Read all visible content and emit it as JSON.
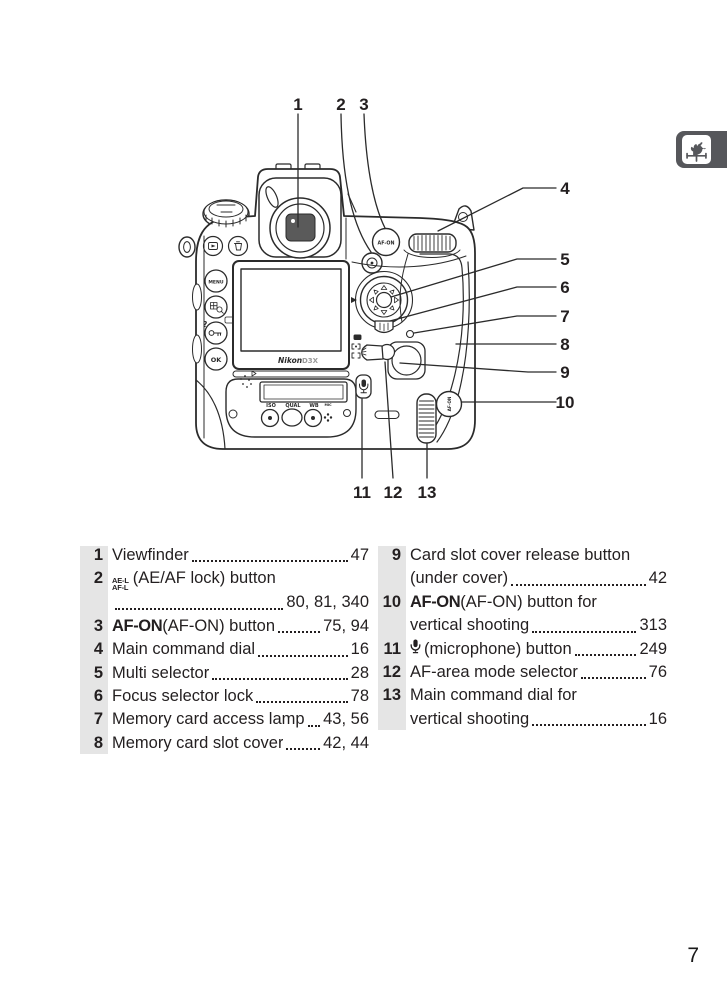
{
  "page": {
    "number": "7"
  },
  "chapter_tab": {
    "icon": "weathervane-rooster-icon",
    "bg": "#56575b"
  },
  "figure": {
    "callout_labels": [
      "1",
      "2",
      "3",
      "4",
      "5",
      "6",
      "7",
      "8",
      "9",
      "10",
      "11",
      "12",
      "13"
    ],
    "camera_labels": {
      "menu": "MENU",
      "ok": "OK",
      "af_on": "AF-ON",
      "af_on_vertical": "AF-ON",
      "iso": "ISO",
      "qual": "QUAL",
      "wb": "WB",
      "mic": "MIC",
      "brand": "Nikon",
      "model": "D3X"
    }
  },
  "icon_text": {
    "ae_af_lock_top": "AE-L",
    "ae_af_lock_bottom": "AF-L"
  },
  "legend": {
    "left": [
      {
        "num": "1",
        "lines": [
          {
            "text": "Viewfinder",
            "pages": "47"
          }
        ]
      },
      {
        "num": "2",
        "lines": [
          {
            "icon": "ae-af-lock-icon",
            "text": "(AE/AF lock) button"
          },
          {
            "text": "",
            "pages": "80, 81, 340"
          }
        ]
      },
      {
        "num": "3",
        "lines": [
          {
            "bold": "AF-ON",
            "text": " (AF-ON) button",
            "pages": "75, 94"
          }
        ]
      },
      {
        "num": "4",
        "lines": [
          {
            "text": "Main command dial",
            "pages": "16"
          }
        ]
      },
      {
        "num": "5",
        "lines": [
          {
            "text": "Multi selector",
            "pages": "28"
          }
        ]
      },
      {
        "num": "6",
        "lines": [
          {
            "text": "Focus selector lock",
            "pages": "78"
          }
        ]
      },
      {
        "num": "7",
        "lines": [
          {
            "text": "Memory card access lamp",
            "pages": "43, 56"
          }
        ]
      },
      {
        "num": "8",
        "lines": [
          {
            "text": "Memory card slot cover",
            "pages": "42, 44"
          }
        ]
      }
    ],
    "right": [
      {
        "num": "9",
        "lines": [
          {
            "text": "Card slot cover release button"
          },
          {
            "text": "(under cover)",
            "pages": "42"
          }
        ]
      },
      {
        "num": "10",
        "lines": [
          {
            "bold": "AF-ON",
            "text": " (AF-ON) button for"
          },
          {
            "text": "vertical shooting",
            "pages": "313"
          }
        ]
      },
      {
        "num": "11",
        "lines": [
          {
            "icon": "microphone-icon",
            "text": "(microphone) button",
            "pages": "249"
          }
        ]
      },
      {
        "num": "12",
        "lines": [
          {
            "text": "AF-area mode selector",
            "pages": "76"
          }
        ]
      },
      {
        "num": "13",
        "lines": [
          {
            "text": "Main command dial for"
          },
          {
            "text": "vertical shooting",
            "pages": "16"
          }
        ]
      }
    ]
  },
  "colors": {
    "line_art": "#2b2b2b",
    "text": "#231f20",
    "strip": "#e5e5e5",
    "tab": "#56575b"
  }
}
